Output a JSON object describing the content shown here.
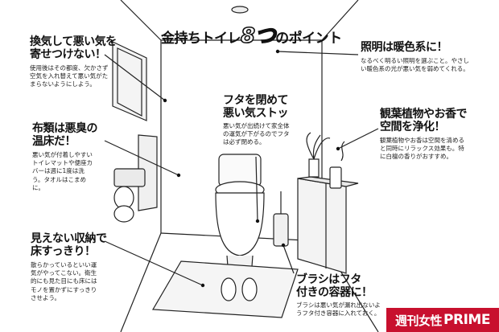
{
  "title": {
    "prefix": "金持ちトイレ",
    "number": "8つ",
    "suffix": "のポイント"
  },
  "tips": [
    {
      "heading": "換気して悪い気を\n寄せつけない！",
      "body": "使用後はその都度、欠かさず\n空気を入れ替えて悪い気がた\nまらないようにしよう。"
    },
    {
      "heading": "照明は暖色系に！",
      "body": "なるべく明るい照明を選ぶこと。やさし\nい暖色系の光が悪い気を弱めてくれる。"
    },
    {
      "heading": "フタを閉めて\n悪い気ストッ",
      "body": "悪い気が出続けて家全体\nの運気が下がるのでフタ\nは必ず閉める。"
    },
    {
      "heading": "布類は悪臭の\n温床だ！",
      "body": "悪い気が付着しやすい\nトイレマットや便座カ\nバーは週に1度は洗\nう。タオルはこまめ\nに。"
    },
    {
      "heading": "観葉植物やお香で\n空間を浄化！",
      "body": "観葉植物やお香は空間を清める\nと同時にリラックス効果も。特\nに白檀の香りがおすすめ。"
    },
    {
      "heading": "見えない収納で\n床すっきり！",
      "body": "散らかっているといい運\n気がやってこない。衛生\n的にも見た目にも床には\nモノを置かずにすっきり\nさせよう。"
    },
    {
      "heading": "ブラシはフタ\n付きの容器に！",
      "body": "ブラシは悪い気が漏れ出ないよ\nうフタ付き容器に入れておく。"
    }
  ],
  "brand": {
    "main": "週刊女性",
    "suffix": "PRIME",
    "color": "#c8102e"
  }
}
